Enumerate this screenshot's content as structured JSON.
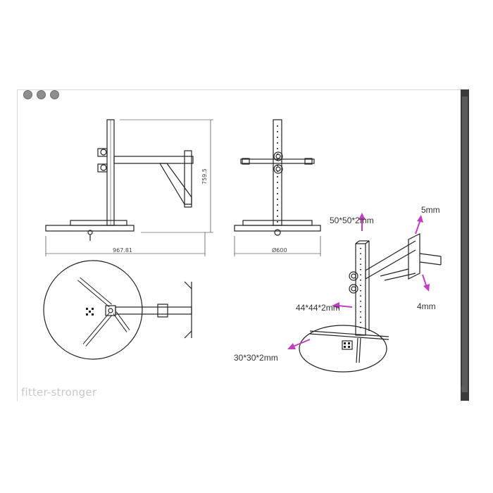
{
  "window": {
    "buttons": [
      "close-icon",
      "minimize-icon",
      "zoom-icon"
    ]
  },
  "drawing": {
    "side_view": {
      "height_dim": "759.5",
      "width_dim": "967.81"
    },
    "front_view": {
      "width_dim": "Ø600"
    },
    "iso_view": {
      "labels": {
        "upright": "50*50*2mm",
        "top_plate": "5mm",
        "side_plate": "4mm",
        "arm": "44*44*2mm",
        "base": "30*30*2mm"
      },
      "arrow_color": "#c040c0"
    }
  },
  "watermark": "fitter-stronger",
  "corner_mark": "©"
}
